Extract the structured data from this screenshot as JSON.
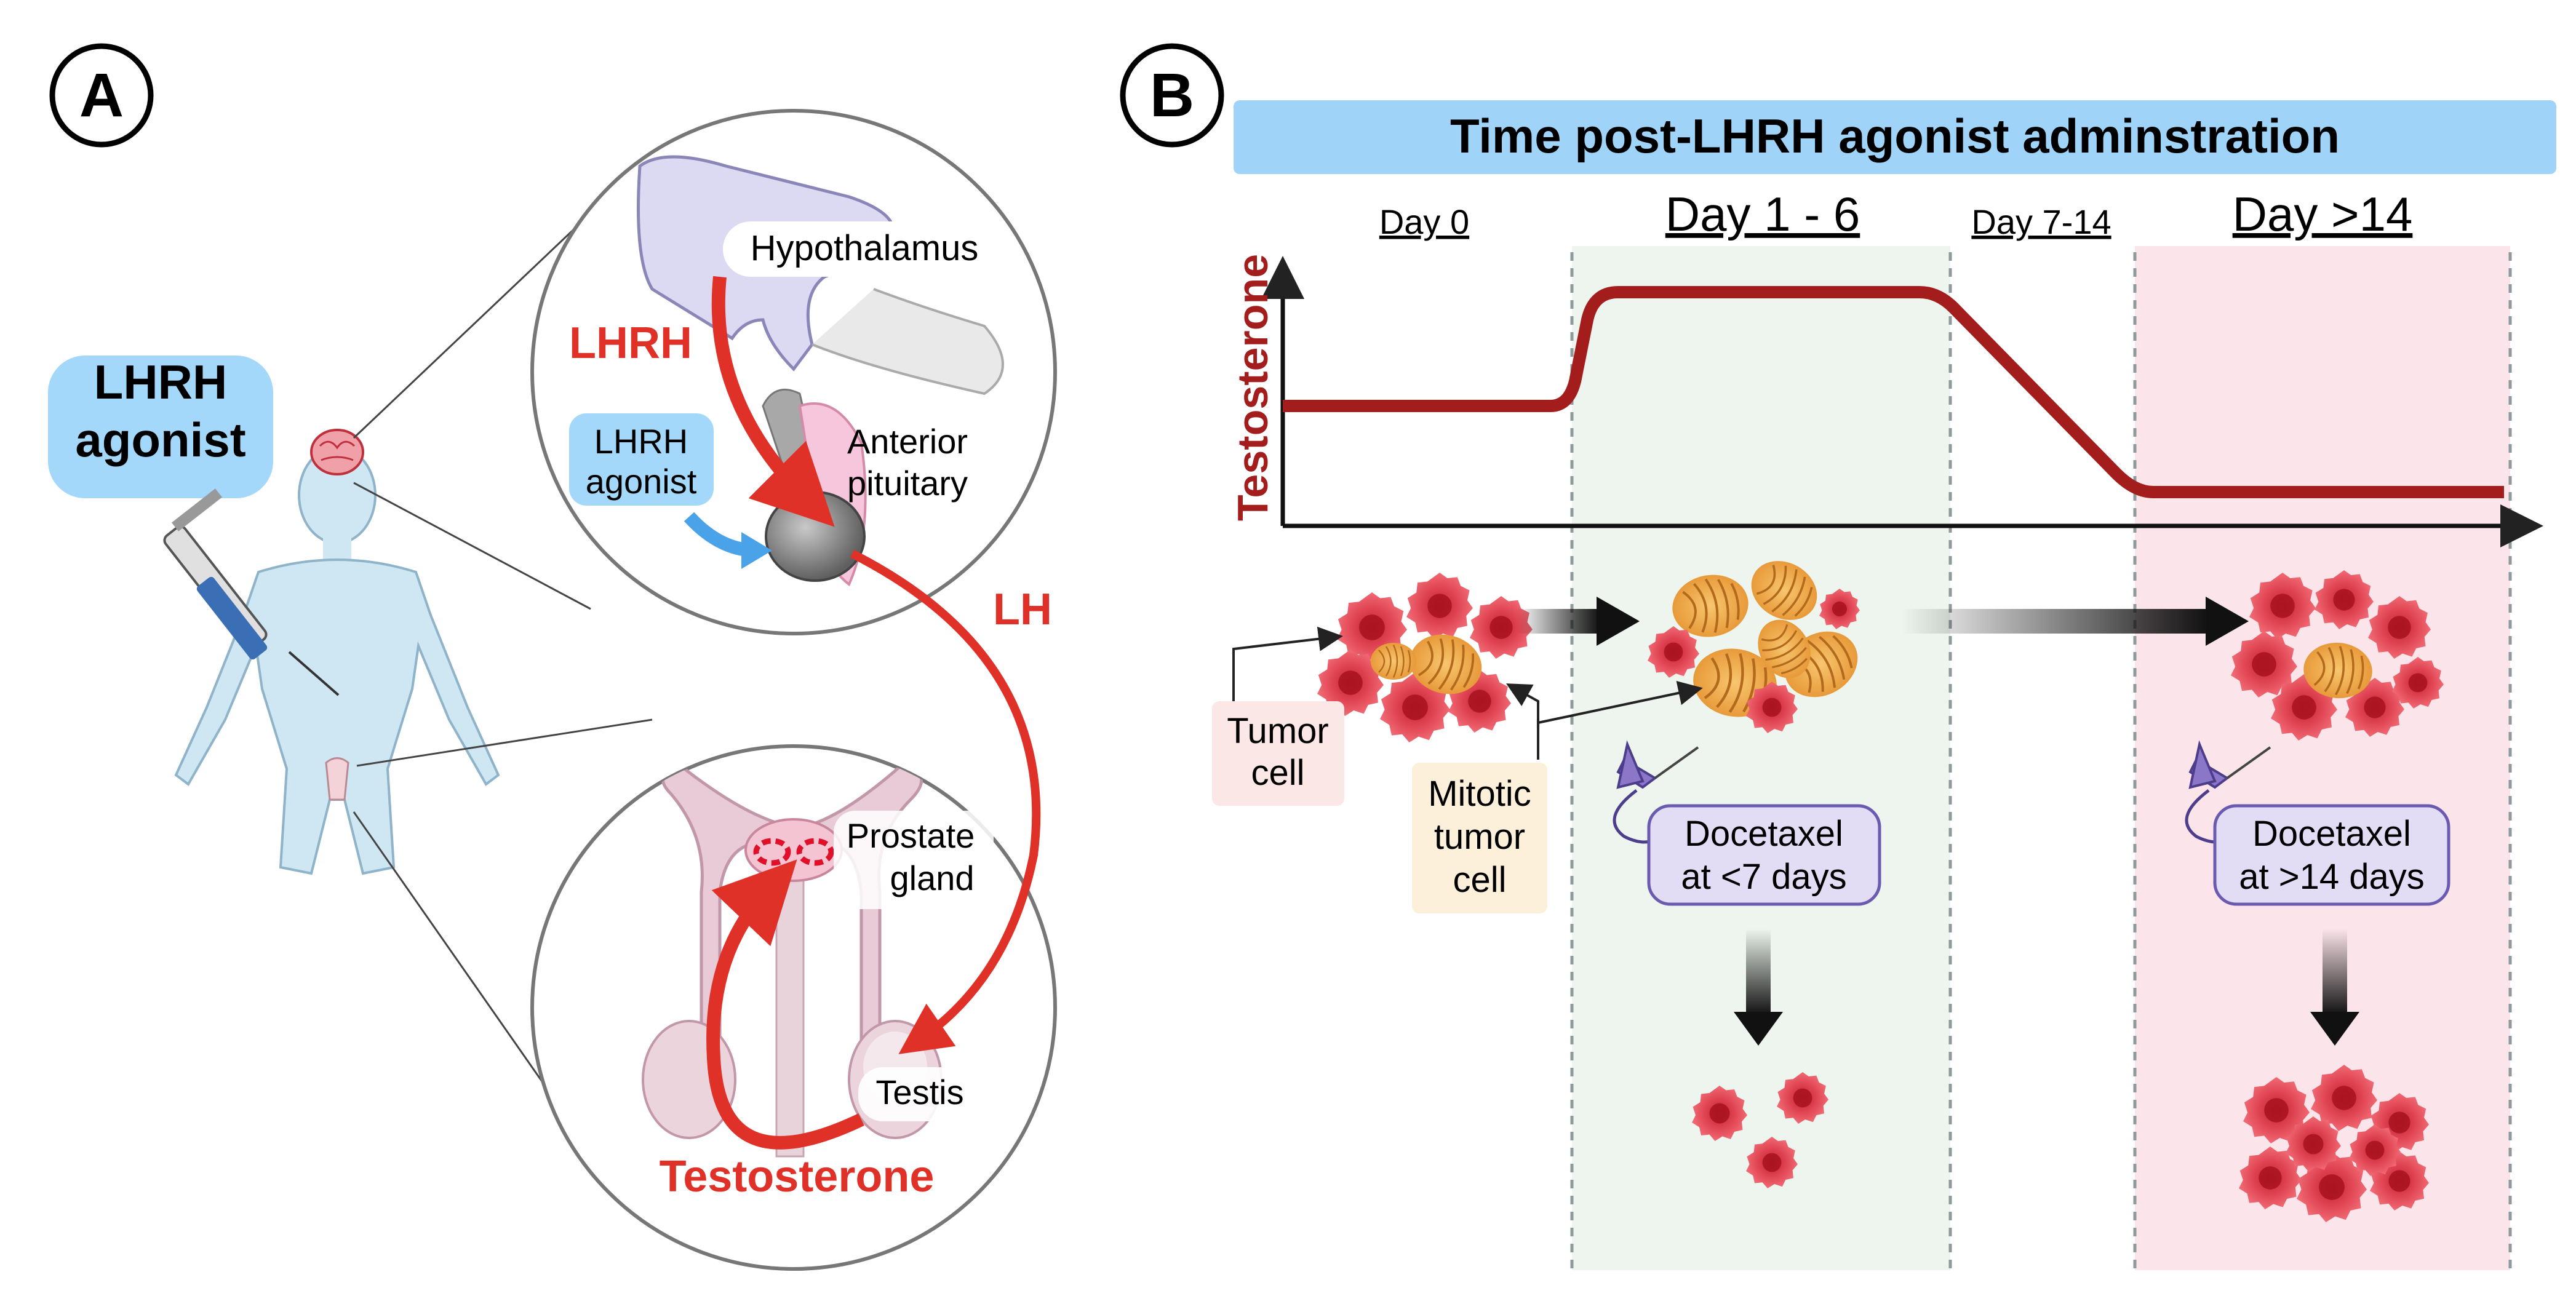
{
  "panel_a": {
    "letter": "A",
    "drug_label_line1": "LHRH",
    "drug_label_line2": "agonist",
    "hypothalamus": "Hypothalamus",
    "lhrh": "LHRH",
    "lhrh_agonist_line1": "LHRH",
    "lhrh_agonist_line2": "agonist",
    "anterior_line1": "Anterior",
    "anterior_line2": "pituitary",
    "lh": "LH",
    "prostate_line1": "Prostate",
    "prostate_line2": "gland",
    "testis": "Testis",
    "testosterone": "Testosterone"
  },
  "panel_b": {
    "letter": "B",
    "banner_title": "Time post-LHRH agonist adminstration",
    "day_labels": [
      "Day 0",
      "Day 1 - 6",
      "Day 7-14",
      "Day >14"
    ],
    "y_axis_label": "Testosterone",
    "tumor_cell_line1": "Tumor",
    "tumor_cell_line2": "cell",
    "mitotic_line1": "Mitotic",
    "mitotic_line2": "tumor",
    "mitotic_line3": "cell",
    "docetaxel_early_line1": "Docetaxel",
    "docetaxel_early_line2": "at <7 days",
    "docetaxel_late_line1": "Docetaxel",
    "docetaxel_late_line2": "at >14 days"
  },
  "colors": {
    "red_arrow": "#e03128",
    "testosterone_line": "#a31d1d",
    "banner_blue": "#9fd3f7",
    "label_blue": "#a3d8fa",
    "green_zone": "#eef5ee",
    "pink_zone": "#fbe5ea",
    "tumor_label_bg": "#fbe8e6",
    "mitotic_label_bg": "#fdf0da",
    "docetaxel_bg": "#e3dcf5",
    "docetaxel_border": "#6a5bb0"
  }
}
